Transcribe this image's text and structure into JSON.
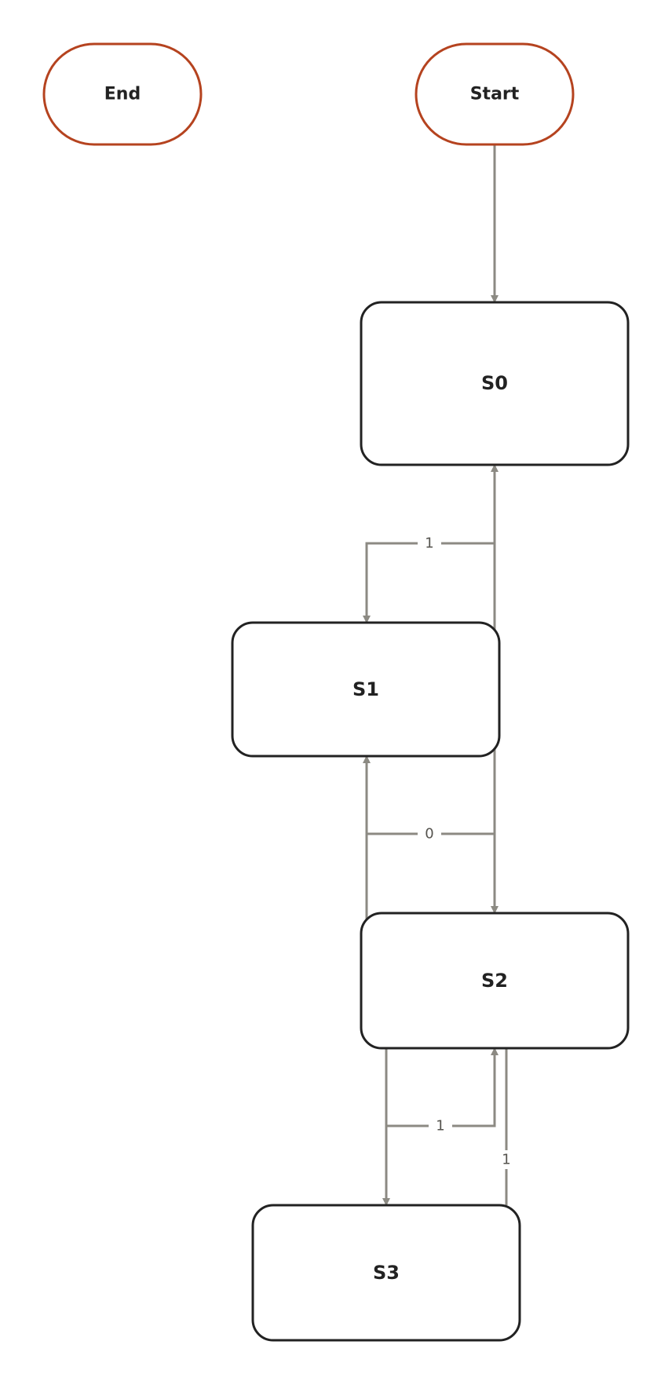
{
  "colors": {
    "terminal_border": "#b5431f",
    "state_border": "#222222",
    "connector": "#8c8a83",
    "text": "#222222"
  },
  "nodes": {
    "end": "End",
    "start": "Start",
    "s0": "S0",
    "s1": "S1",
    "s2": "S2",
    "s3": "S3"
  },
  "edges": {
    "s0_to_s1": "1",
    "s1_to_s2": "0",
    "s2_to_s1": "0",
    "s2_to_s3": "1",
    "s3_to_s2": "1",
    "s3_to_s0": "0"
  }
}
